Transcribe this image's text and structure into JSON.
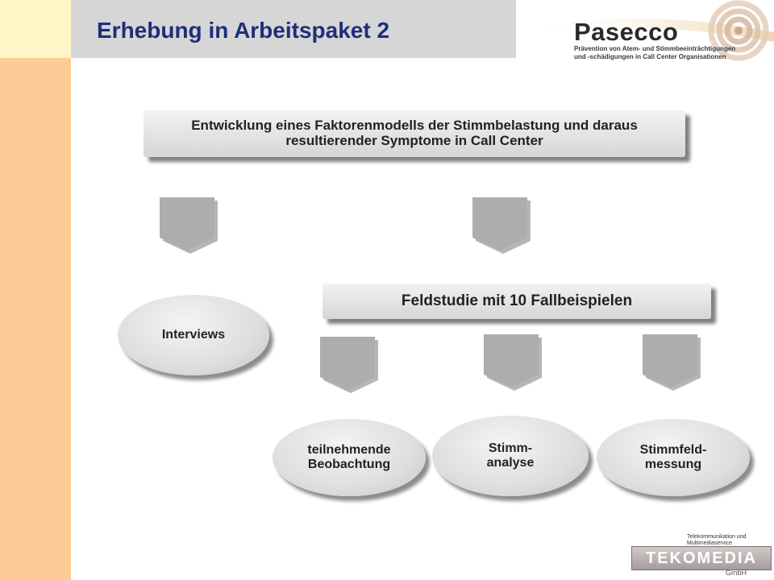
{
  "header": {
    "title": "Erhebung in Arbeitspaket 2"
  },
  "logo": {
    "name": "Pasecco",
    "subtitle_line1": "Prävention von Atem- und Stimmbeeinträchtigungen",
    "subtitle_line2": "und -schädigungen in Call Center Organisationen"
  },
  "diagram": {
    "top_box": "Entwicklung eines Faktorenmodells der Stimmbelastung und daraus resultierender Symptome in Call Center",
    "interviews": "Interviews",
    "field_study": "Feldstudie mit 10 Fallbeispielen",
    "method_1": "teilnehmende Beobachtung",
    "method_2": "Stimm- analyse",
    "method_3": "Stimmfeld- messung"
  },
  "footer": {
    "company": "TEKOMEDIA",
    "company_suffix": "GmbH",
    "caption": "Telekommunikation und Multimediaservice"
  },
  "colors": {
    "title": "#1c2f7a",
    "left_band": "#fccc96",
    "title_bar": "#d6d6d6",
    "shape_fill": "#dedede"
  }
}
